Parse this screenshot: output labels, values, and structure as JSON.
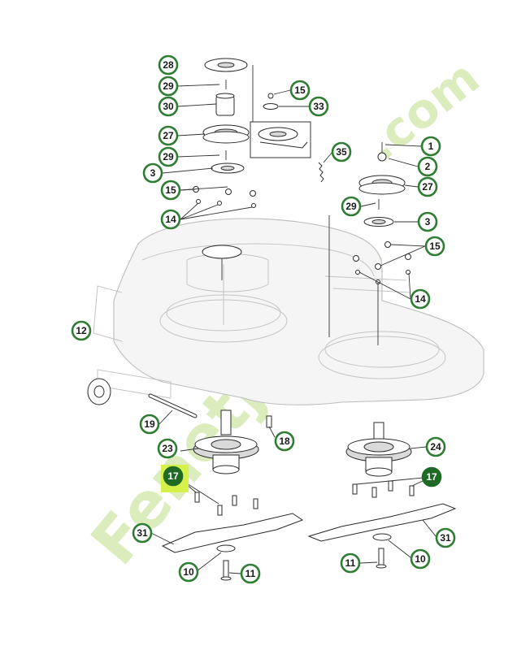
{
  "callouts": {
    "c28": "28",
    "c29a": "29",
    "c30": "30",
    "c27a": "27",
    "c29b": "29",
    "c3a": "3",
    "c15a": "15",
    "c14a": "14",
    "c15b": "15",
    "c33": "33",
    "c35": "35",
    "c1": "1",
    "c2": "2",
    "c27b": "27",
    "c29c": "29",
    "c3b": "3",
    "c15c": "15",
    "c14b": "14",
    "c12": "12",
    "c19": "19",
    "c18": "18",
    "c23": "23",
    "c24": "24",
    "c17a": "17",
    "c17b": "17",
    "c31a": "31",
    "c31b": "31",
    "c10a": "10",
    "c11a": "11",
    "c10b": "10",
    "c11b": "11"
  },
  "highlight_color": "#d6f24a",
  "callout_color": "#2f7d32",
  "watermark": {
    "main": "Fenetjardin",
    "suffix": ".com",
    "color": "#cfe6a8"
  }
}
